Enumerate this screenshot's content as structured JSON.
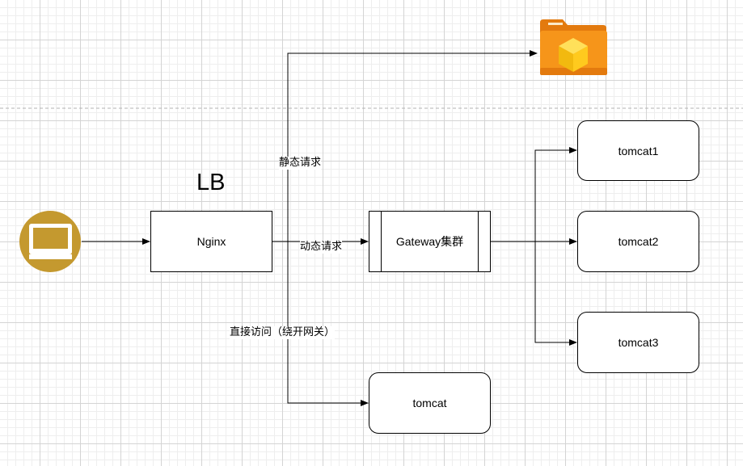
{
  "diagram": {
    "title": "LB",
    "nodes": {
      "nginx": "Nginx",
      "gateway": "Gateway集群",
      "tomcat1": "tomcat1",
      "tomcat2": "tomcat2",
      "tomcat3": "tomcat3",
      "tomcat_direct": "tomcat"
    },
    "edges": {
      "static": "静态请求",
      "dynamic": "动态请求",
      "direct": "直接访问（绕开网关）"
    },
    "icons": {
      "client": "monitor-icon",
      "static_store": "folder-cube-icon"
    },
    "colors": {
      "client_circle": "#C4992F",
      "folder": "#F28C12",
      "cube": "#FFD21F"
    }
  }
}
